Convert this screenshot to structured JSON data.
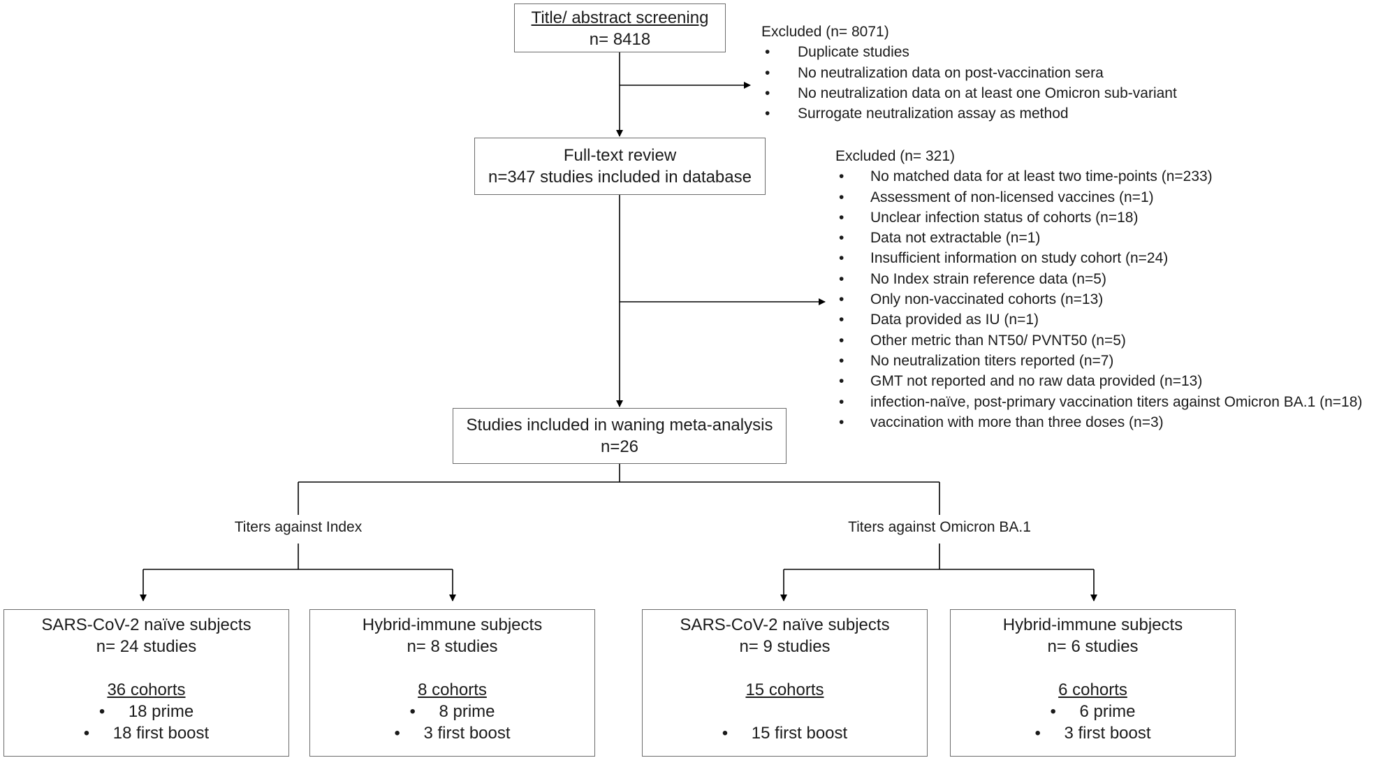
{
  "screening": {
    "title": "Title/ abstract screening",
    "count": "n= 8418"
  },
  "excluded_1": {
    "header": "Excluded (n= 8071)",
    "items": [
      "Duplicate studies",
      "No neutralization data on post-vaccination sera",
      "No neutralization data on at least one Omicron sub-variant",
      "Surrogate neutralization assay as method"
    ]
  },
  "fulltext": {
    "title": "Full-text review",
    "count": "n=347 studies included in database"
  },
  "excluded_2": {
    "header": "Excluded (n= 321)",
    "items": [
      "No matched data for at least two time-points (n=233)",
      "Assessment of non-licensed vaccines (n=1)",
      "Unclear infection status of cohorts (n=18)",
      "Data not extractable (n=1)",
      "Insufficient information on study cohort (n=24)",
      "No Index strain reference data (n=5)",
      "Only non-vaccinated cohorts (n=13)",
      "Data provided as IU (n=1)",
      "Other metric than NT50/ PVNT50 (n=5)",
      "No neutralization titers reported (n=7)",
      "GMT not reported and no raw data provided (n=13)",
      "infection-naïve, post-primary vaccination titers against Omicron BA.1 (n=18)",
      "vaccination with more than three doses (n=3)"
    ]
  },
  "included": {
    "title": "Studies included in waning meta-analysis",
    "count": "n=26"
  },
  "branches": {
    "index": "Titers against Index",
    "omicron": "Titers against Omicron BA.1"
  },
  "bullet": "•",
  "groups": [
    {
      "title": "SARS-CoV-2 naïve subjects",
      "studies": "n= 24 studies",
      "cohorts": "36 cohorts",
      "prime": "18 prime",
      "boost": "18 first boost"
    },
    {
      "title": "Hybrid-immune subjects",
      "studies": "n= 8 studies",
      "cohorts": "8 cohorts",
      "prime": "8 prime",
      "boost": "3 first boost"
    },
    {
      "title": "SARS-CoV-2 naïve subjects",
      "studies": "n= 9 studies",
      "cohorts": "15 cohorts",
      "boost": "15 first boost"
    },
    {
      "title": "Hybrid-immune subjects",
      "studies": "n= 6 studies",
      "cohorts": "6 cohorts",
      "prime": "6 prime",
      "boost": "3 first boost"
    }
  ]
}
